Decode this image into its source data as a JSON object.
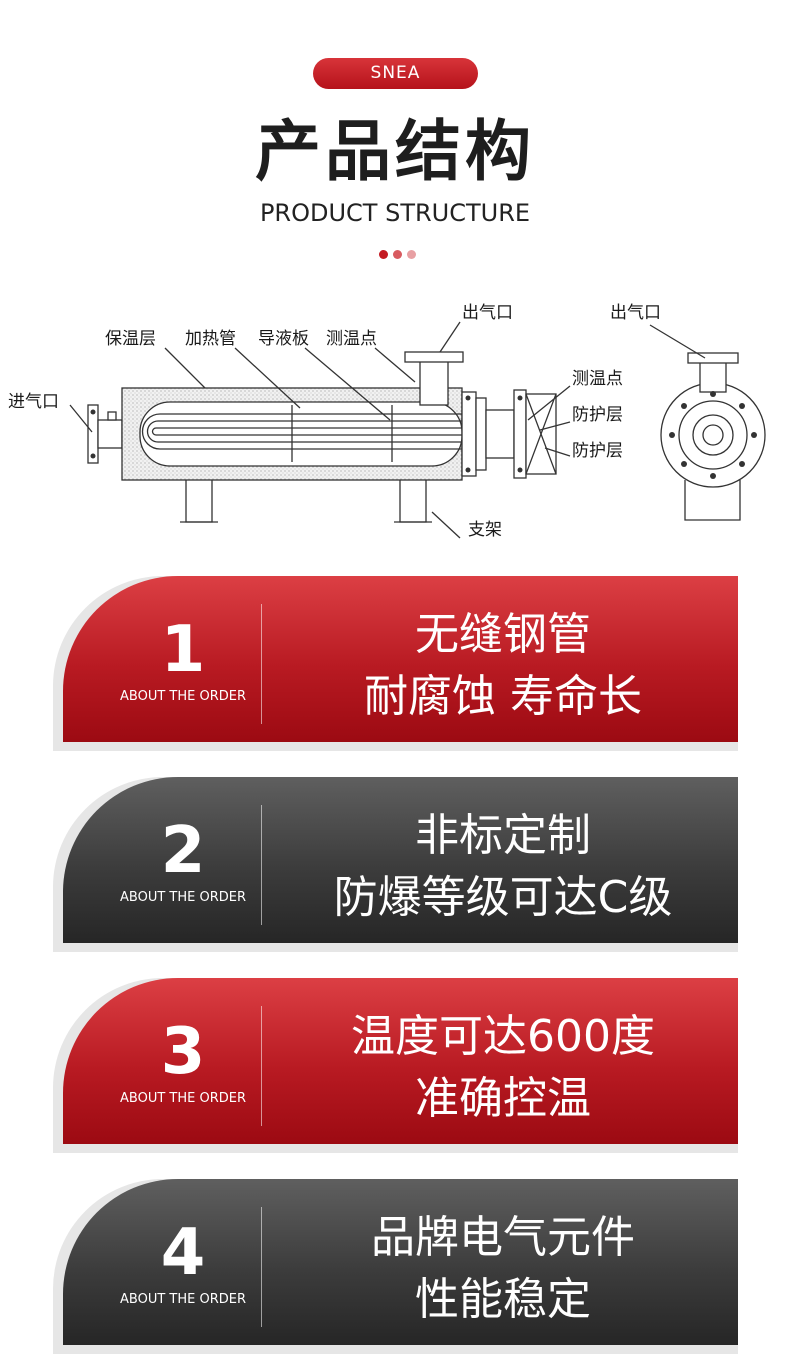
{
  "header": {
    "badge": "SNEA",
    "title": "产品结构",
    "subtitle": "PRODUCT STRUCTURE",
    "dot_colors": [
      "#c41a22",
      "#d85b60",
      "#e8a0a3"
    ]
  },
  "diagram": {
    "labels": {
      "inlet": "进气口",
      "insulation": "保温层",
      "heating_tube": "加热管",
      "baffle": "导液板",
      "temp_point": "测温点",
      "outlet": "出气口",
      "temp_point_right": "测温点",
      "protection_1": "防护层",
      "protection_2": "防护层",
      "support": "支架",
      "outlet_side": "出气口"
    }
  },
  "cards": [
    {
      "number": "1",
      "about": "ABOUT THE ORDER",
      "line1": "无缝钢管",
      "line2": "耐腐蚀 寿命长",
      "theme": "red"
    },
    {
      "number": "2",
      "about": "ABOUT THE ORDER",
      "line1": "非标定制",
      "line2": "防爆等级可达C级",
      "theme": "gray"
    },
    {
      "number": "3",
      "about": "ABOUT THE ORDER",
      "line1": "温度可达600度",
      "line2": "准确控温",
      "theme": "red"
    },
    {
      "number": "4",
      "about": "ABOUT THE ORDER",
      "line1": "品牌电气元件",
      "line2": "性能稳定",
      "theme": "gray"
    }
  ]
}
